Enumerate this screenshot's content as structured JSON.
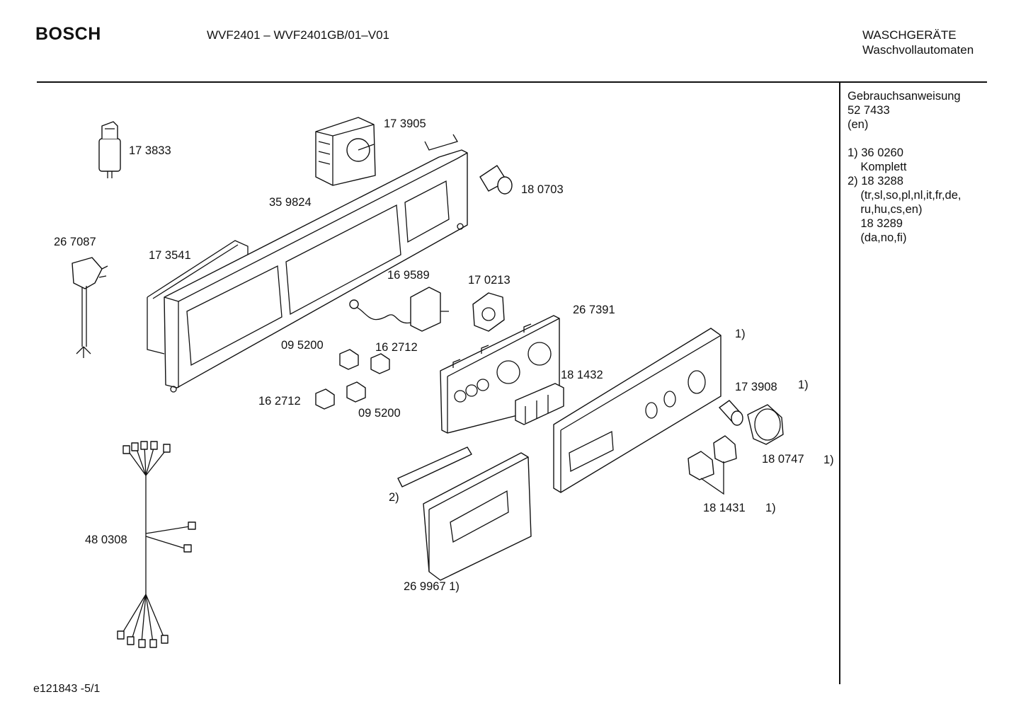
{
  "header": {
    "brand": "BOSCH",
    "model": "WVF2401 – WVF2401GB/01–V01",
    "category_line1": "WASCHGERÄTE",
    "category_line2": "Waschvollautomaten"
  },
  "notes": "Gebrauchsanweisung\n52 7433\n(en)\n\n1) 36 0260\n    Komplett\n2) 18 3288\n    (tr,sl,so,pl,nl,it,fr,de,\n    ru,hu,cs,en)\n    18 3289\n    (da,no,fi)",
  "footer": "e121843  -5/1",
  "labels": {
    "p173905": "17 3905",
    "p173833": "17 3833",
    "p180703": "18 0703",
    "p359824": "35 9824",
    "p267087": "26 7087",
    "p173541": "17 3541",
    "p169589": "16 9589",
    "p170213": "17 0213",
    "p267391": "26 7391",
    "p095200a": "09 5200",
    "p162712a": "16 2712",
    "p162712b": "16 2712",
    "p095200b": "09 5200",
    "p181432": "18 1432",
    "p173908": "17 3908",
    "p180747": "18 0747",
    "p181431": "18 1431",
    "p480308": "48 0308",
    "p269967": "26 9967 1)",
    "note_fascia": "1)",
    "note_173908": "1)",
    "note_180747": "1)",
    "note_181431": "1)",
    "note_2": "2)"
  }
}
